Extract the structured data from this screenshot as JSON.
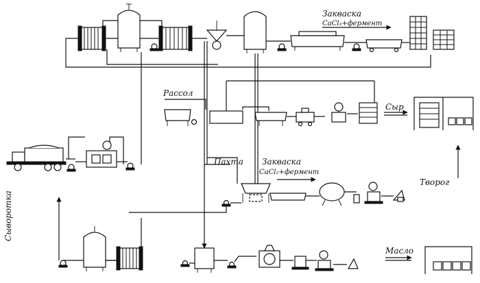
{
  "labels": {
    "zakvaska_top": "Закваска",
    "additive_top": "CaCl₂+фермент",
    "rassol": "Рассол",
    "syr": "Сыр",
    "pakhta": "Пахта",
    "zakvaska_mid": "Закваска",
    "additive_mid": "CaCl₂+фермент",
    "tvorog": "Творог",
    "syvorotka": "Сыворотка",
    "maslo": "Масло"
  }
}
